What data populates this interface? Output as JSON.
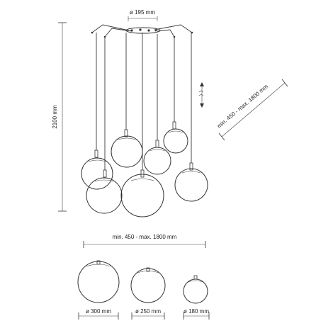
{
  "dimensions": {
    "canopy_diameter": "ø 195 mm",
    "total_height": "2100 mm",
    "cord_length_diagonal": "min. 450 - max. 1800 mm",
    "cord_length_horizontal": "min. 450 - max. 1800 mm",
    "globe_large": "ø 300 mm",
    "globe_medium": "ø 250 mm",
    "globe_small": "ø 180 mm"
  },
  "colors": {
    "line": "#333333",
    "text": "#222222"
  }
}
